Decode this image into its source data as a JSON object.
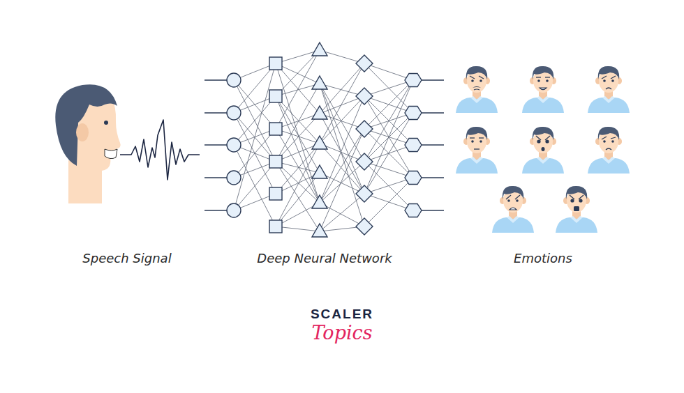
{
  "diagram": {
    "labels": [
      "Speech Signal",
      "Deep Neural Network",
      "Emotions",
      "SCALER",
      "Topics"
    ]
  }
}
